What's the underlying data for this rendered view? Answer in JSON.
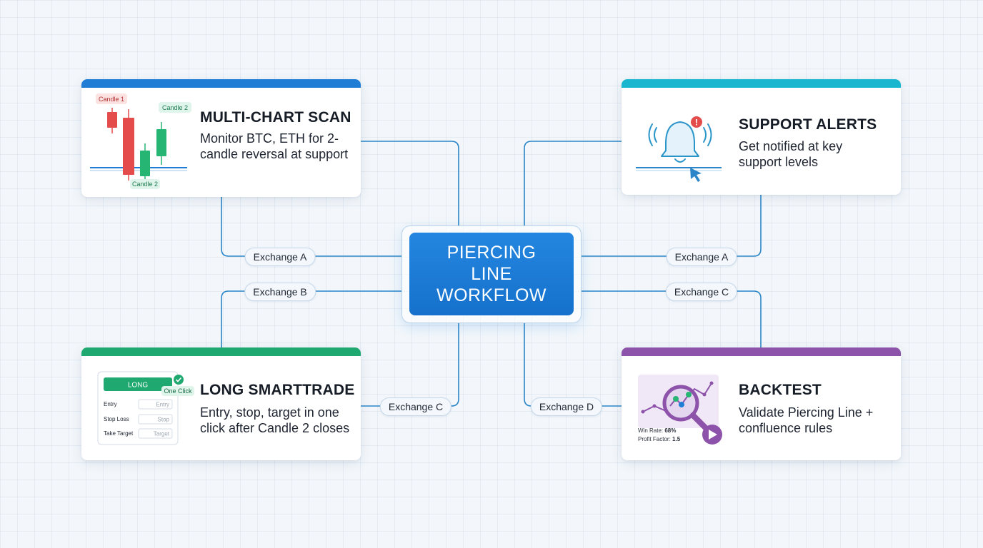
{
  "center": {
    "title": "PIERCING LINE WORKFLOW"
  },
  "cards": {
    "scan": {
      "title": "MULTI-CHART SCAN",
      "description": "Monitor BTC, ETH for 2-candle reversal at support",
      "accent": "#1f7dd6",
      "illustration": {
        "candle1_label": "Candle 1",
        "candle2_top_label": "Candle 2",
        "candle2_bottom_label": "Candle 2"
      }
    },
    "alerts": {
      "title": "SUPPORT ALERTS",
      "description": "Get notified at key support levels",
      "accent": "#1ab6cf",
      "icons": [
        "bell-icon",
        "cursor-icon"
      ]
    },
    "trade": {
      "title": "LONG SMARTTRADE",
      "description": "Entry, stop, target in one click after Candle 2 closes",
      "accent": "#1fa86f",
      "widget": {
        "button_label": "LONG",
        "badge": "One Click",
        "rows": [
          {
            "label": "Entry",
            "placeholder": "Entry"
          },
          {
            "label": "Stop Loss",
            "placeholder": "Stop"
          },
          {
            "label": "Take Target",
            "placeholder": "Target"
          }
        ]
      }
    },
    "backtest": {
      "title": "BACKTEST",
      "description": "Validate Piercing Line + confluence rules",
      "accent": "#8d52a9",
      "stats": {
        "win_rate_label": "Win Rate:",
        "win_rate_value": "68%",
        "profit_factor_label": "Profit Factor:",
        "profit_factor_value": "1.5"
      },
      "icons": [
        "magnifier-icon",
        "play-icon"
      ]
    }
  },
  "connections": [
    {
      "card": "scan",
      "label": "Exchange A"
    },
    {
      "card": "alerts",
      "label": "Exchange A"
    },
    {
      "card": "trade",
      "label": "Exchange B"
    },
    {
      "card": "backtest",
      "label": "Exchange C"
    },
    {
      "card": "trade",
      "label": "Exchange C"
    },
    {
      "card": "backtest",
      "label": "Exchange D"
    }
  ],
  "colors": {
    "connector": "#2a86c8",
    "bullish": "#27b574",
    "bearish": "#e44b4b"
  }
}
